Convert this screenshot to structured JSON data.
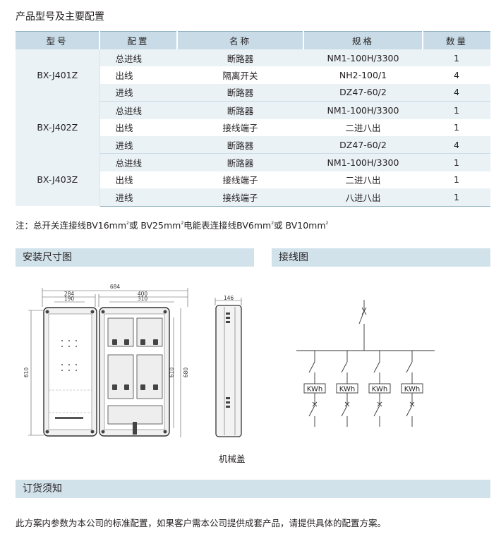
{
  "page_title": "产品型号及主要配置",
  "table": {
    "headers": [
      "型号",
      "配置",
      "名称",
      "规格",
      "数量"
    ],
    "groups": [
      {
        "model": "BX-J401Z",
        "rows": [
          {
            "config": "总进线",
            "name": "断路器",
            "spec": "NM1-100H/3300",
            "qty": "1"
          },
          {
            "config": "出线",
            "name": "隔离开关",
            "spec": "NH2-100/1",
            "qty": "4"
          },
          {
            "config": "进线",
            "name": "断路器",
            "spec": "DZ47-60/2",
            "qty": "4"
          }
        ]
      },
      {
        "model": "BX-J402Z",
        "rows": [
          {
            "config": "总进线",
            "name": "断路器",
            "spec": "NM1-100H/3300",
            "qty": "1"
          },
          {
            "config": "出线",
            "name": "接线端子",
            "spec": "二进八出",
            "qty": "1"
          },
          {
            "config": "进线",
            "name": "断路器",
            "spec": "DZ47-60/2",
            "qty": "4"
          }
        ]
      },
      {
        "model": "BX-J403Z",
        "rows": [
          {
            "config": "总进线",
            "name": "断路器",
            "spec": "NM1-100H/3300",
            "qty": "1"
          },
          {
            "config": "出线",
            "name": "接线端子",
            "spec": "二进八出",
            "qty": "1"
          },
          {
            "config": "进线",
            "name": "接线端子",
            "spec": "八进八出",
            "qty": "1"
          }
        ]
      }
    ]
  },
  "note": {
    "prefix": "注：总开关连接线BV16mm",
    "sup": "2",
    "mid1": "或 BV25mm",
    "mid2": "电能表连接线BV6mm",
    "mid3": "或 BV10mm"
  },
  "sections": {
    "install_dims": "安装尺寸图",
    "wiring": "接线图",
    "order_notes": "订货须知"
  },
  "drawing": {
    "dim_overall_width": "684",
    "dim_left_width": "284",
    "dim_left_inner": "190",
    "dim_right_width": "400",
    "dim_right_inner": "310",
    "dim_left_height": "610",
    "dim_right_inner_height": "610",
    "dim_right_height": "680",
    "dim_depth": "146",
    "caption": "机械盖"
  },
  "wiring": {
    "meter_label": "KWh",
    "meter_count": 4
  },
  "footer": "此方案内参数为本公司的标准配置，如果客户需本公司提供成套产品，请提供具体的配置方案。"
}
